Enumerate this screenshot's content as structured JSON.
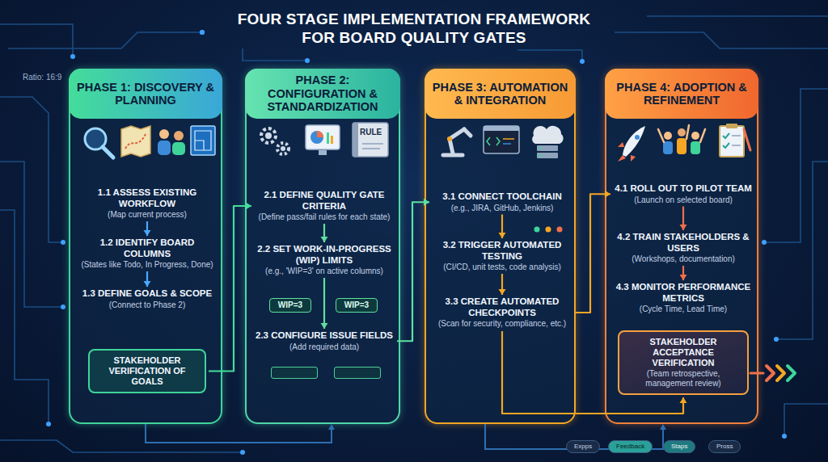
{
  "diagram": {
    "title": "FOUR STAGE IMPLEMENTATION FRAMEWORK FOR BOARD QUALITY GATES",
    "nodes": [
      {
        "text": [
          "PHASE 1: DISCOVERY & PLANNING"
        ]
      },
      {
        "text": [
          "1.1 ASSESS EXISTING WORKFLOW",
          "(Map current process)"
        ],
        "in": 0
      },
      {
        "text": [
          "1.2 IDENTIFY BOARD COLUMNS",
          "(States like Todo, In Progress, Done)"
        ],
        "in": 0
      },
      {
        "text": [
          "1.3 DEFINE GOALS & SCOPE",
          "(Connect to Phase 2)"
        ],
        "in": 0
      },
      {
        "text": [
          "STAKEHOLDER VERIFICATION OF GOALS"
        ],
        "in": 0
      },
      {
        "text": [
          "PHASE 2: CONFIGURATION & STANDARDIZATION"
        ]
      },
      {
        "text": [
          "2.1 DEFINE QUALITY GATE CRITERIA",
          "(Define pass/fail rules for each state)"
        ],
        "in": 5
      },
      {
        "text": [
          "2.2 SET WORK-IN-PROGRESS (WIP) LIMITS",
          "(e.g., 'WIP=3' on active columns)"
        ],
        "in": 5
      },
      {
        "text": [
          "WIP=3"
        ],
        "in": 5
      },
      {
        "text": [
          "WIP=3"
        ],
        "in": 5
      },
      {
        "text": [
          "2.3 CONFIGURE ISSUE FIELDS",
          "(Add required data)"
        ],
        "in": 5
      },
      {
        "text": [
          "PHASE 3: AUTOMATION & INTEGRATION"
        ]
      },
      {
        "text": [
          "3.1 CONNECT TOOLCHAIN",
          "(e.g., JIRA, GitHub, Jenkins)"
        ],
        "in": 11
      },
      {
        "text": [
          "3.2 TRIGGER AUTOMATED TESTING",
          "(CI/CD, unit tests, code analysis)"
        ],
        "in": 11
      },
      {
        "text": [
          "3.3 CREATE AUTOMATED CHECKPOINTS",
          "(Scan for security, compliance, etc.)"
        ],
        "in": 11
      },
      {
        "text": [
          "PHASE 4: ADOPTION & REFINEMENT"
        ]
      },
      {
        "text": [
          "4.1 ROLL OUT TO PILOT TEAM",
          "(Launch on selected board)"
        ],
        "in": 15
      },
      {
        "text": [
          "4.2 TRAIN STAKEHOLDERS & USERS",
          "(Workshops, documentation)"
        ],
        "in": 15
      },
      {
        "text": [
          "4.3 MONITOR PERFORMANCE METRICS",
          "(Cycle Time, Lead Time)"
        ],
        "in": 15
      },
      {
        "text": [
          "STAKEHOLDER ACCEPTANCE VERIFICATION",
          "(Team retrospective, management review)"
        ],
        "in": 15
      }
    ],
    "edges": [
      {
        "from": 1,
        "to": 2,
        "arrow": "to"
      },
      {
        "from": 2,
        "to": 3,
        "arrow": "to"
      },
      {
        "from": 4,
        "to": 6,
        "arrow": "to"
      },
      {
        "from": 6,
        "to": 7,
        "arrow": "to"
      },
      {
        "from": 7,
        "to": 10,
        "arrow": "to"
      },
      {
        "from": 10,
        "to": 12,
        "arrow": "to"
      },
      {
        "from": 12,
        "to": 13,
        "arrow": "to"
      },
      {
        "from": 13,
        "to": 14,
        "arrow": "to"
      },
      {
        "from": 14,
        "to": 16,
        "arrow": "to"
      },
      {
        "from": 16,
        "to": 17,
        "arrow": "to"
      },
      {
        "from": 17,
        "to": 18,
        "arrow": "to"
      },
      {
        "from": 14,
        "to": 19,
        "arrow": "to"
      }
    ],
    "labels": [
      "Ratio: 16:9",
      "RULE"
    ],
    "legend": [
      {
        "text": "Expps",
        "color": "#1a2b47"
      },
      {
        "text": "Feedback",
        "color": "#2aa198"
      },
      {
        "text": "Staps",
        "color": "#1f7a80"
      },
      {
        "text": "Pross",
        "color": "#1a2b47"
      }
    ]
  }
}
